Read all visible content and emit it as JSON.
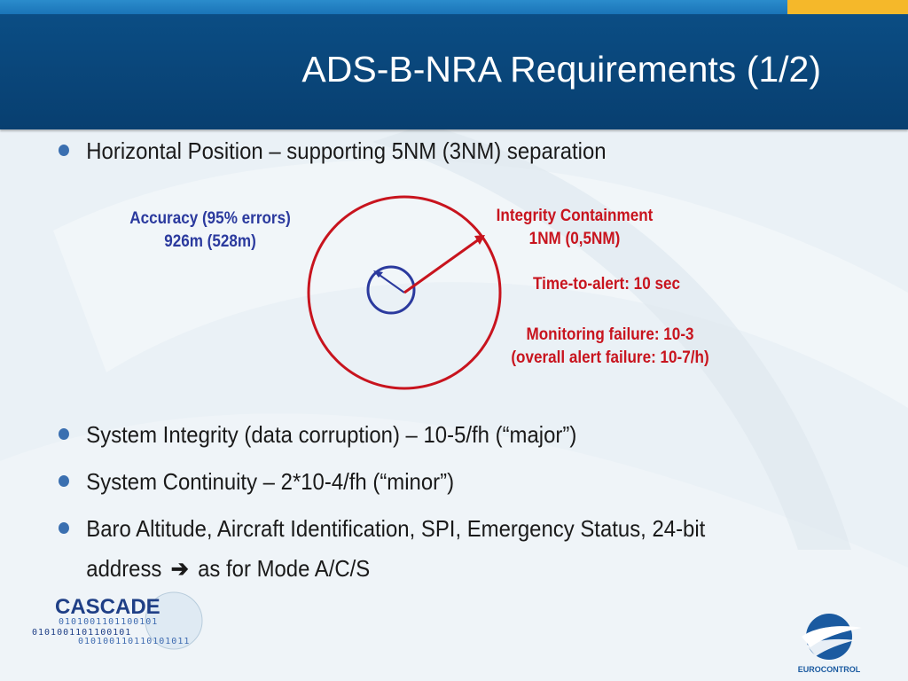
{
  "slide": {
    "title": "ADS-B-NRA Requirements (1/2)",
    "colors": {
      "header": "#083f70",
      "topbar": "#1a74b8",
      "accent": "#f5b82a",
      "bullet": "#3a6fb0"
    }
  },
  "bullets": [
    {
      "text": "Horizontal Position – supporting 5NM (3NM) separation"
    },
    {
      "text": "System Integrity (data corruption) – 10-5/fh (“major”)"
    },
    {
      "text": "System Continuity – 2*10-4/fh (“minor”)"
    },
    {
      "text_before": "Baro Altitude, Aircraft Identification, SPI, Emergency Status, 24-bit address",
      "arrow": "➔",
      "text_after": "as for Mode A/C/S"
    }
  ],
  "diagram": {
    "accuracy": {
      "line1": "Accuracy (95% errors)",
      "line2": "926m (528m)",
      "color": "#2b3a9e"
    },
    "integrity": {
      "line1": "Integrity Containment",
      "line2": "1NM (0,5NM)",
      "color": "#c8141e"
    },
    "time_to_alert": "Time-to-alert: 10 sec",
    "monitoring": {
      "line1": "Monitoring failure: 10-3",
      "line2": "(overall alert failure: 10-7/h)"
    }
  },
  "logos": {
    "cascade": {
      "name": "CASCADE",
      "binary1": "0101001101100101",
      "binary2": "0101001101100101",
      "binary3": "010100110110101011"
    },
    "eurocontrol": {
      "name": "EUROCONTROL",
      "color": "#1a5aa0"
    }
  }
}
